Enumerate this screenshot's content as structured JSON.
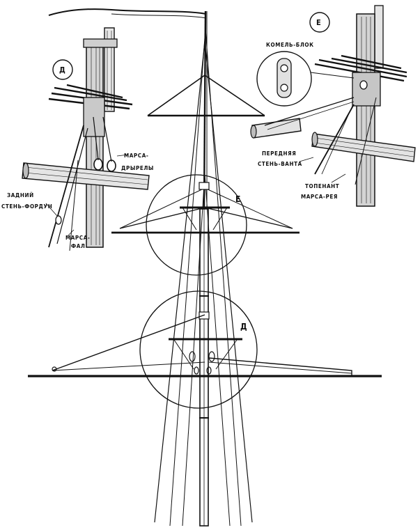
{
  "detail_d": {
    "marker": "Д",
    "labels": {
      "marsa_dryreli_line1": "МАРСА-",
      "marsa_dryreli_line2": "ДРЫРЕЛЫ",
      "zadniy_line1": "ЗАДНИЙ",
      "zadniy_line2": "СТЕНЬ-ФОРДУН",
      "marsa_fal_line1": "МАРСА-",
      "marsa_fal_line2": "ФАЛ"
    }
  },
  "detail_e": {
    "marker": "Е",
    "labels": {
      "komel_blok": "КОМЕЛЬ-БЛОК",
      "perednyaya_line1": "ПЕРЕДНЯЯ",
      "perednyaya_line2": "СТЕНЬ-ВАНТА",
      "topenant_line1": "ТОПЕНАНТ",
      "topenant_line2": "МАРСА-РЕЯ"
    }
  },
  "main_view": {
    "circle_e_label": "Е",
    "circle_d_label": "Д"
  }
}
